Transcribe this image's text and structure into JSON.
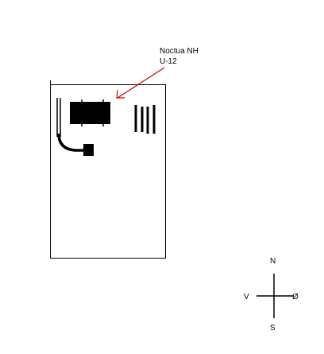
{
  "annotation": {
    "line1": "Noctua NH",
    "line2": "U-12",
    "color": "#cc0000"
  },
  "compass": {
    "north": "N",
    "south": "S",
    "west": "V",
    "east": "Ø"
  },
  "colors": {
    "ink": "#000000",
    "background": "#ffffff"
  }
}
